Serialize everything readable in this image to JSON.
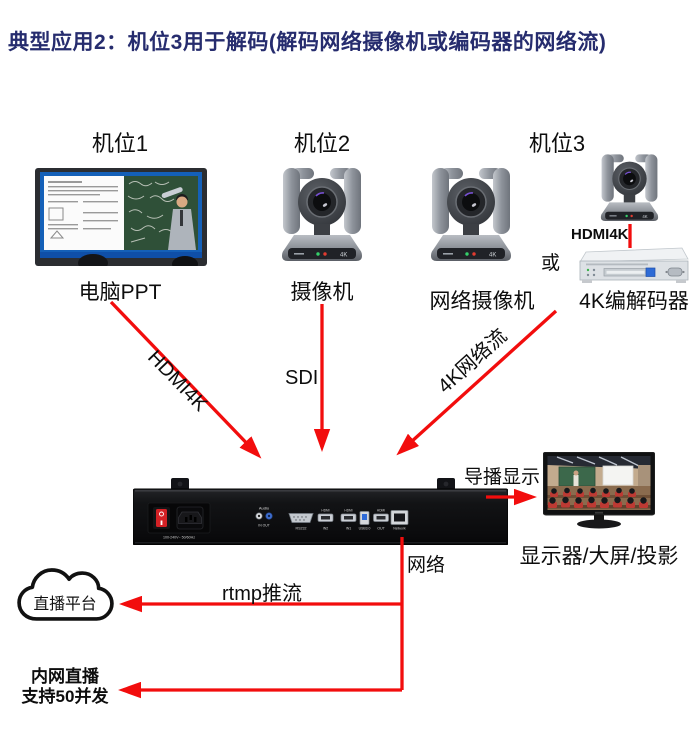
{
  "title": "典型应用2：机位3用于解码(解码网络摄像机或编码器的网络流)",
  "stations": {
    "s1": {
      "label": "机位1",
      "caption": "电脑PPT"
    },
    "s2": {
      "label": "机位2",
      "caption": "摄像机"
    },
    "s3": {
      "label": "机位3",
      "camera_caption": "网络摄像机",
      "or_text": "或",
      "hdmi_label": "HDMI4K",
      "codec_caption": "4K编解码器"
    }
  },
  "links": {
    "hdmi": "HDMI4K",
    "sdi": "SDI",
    "stream": "4K网络流",
    "director": "导播显示",
    "network": "网络",
    "rtmp": "rtmp推流",
    "lan_line1": "内网直播",
    "lan_line2": "支持50并发"
  },
  "nodes": {
    "cloud": "直播平台",
    "display": "显示器/大屏/投影"
  },
  "camera": {
    "badge": "4K"
  },
  "rack": {
    "power_rating": "100-240V~ 50/60Hz",
    "audio_label": "Audio",
    "audio_io": "IN  OUT",
    "rs232": "RS232",
    "hdmi": "HDMI",
    "in2": "IN2",
    "in1": "IN1",
    "usb": "USB3.0",
    "out": "OUT",
    "network_port": "Network"
  },
  "colors": {
    "title_navy": "#262c6e",
    "arrow_red": "#f20d0d",
    "label_black": "#0d0d0d"
  }
}
